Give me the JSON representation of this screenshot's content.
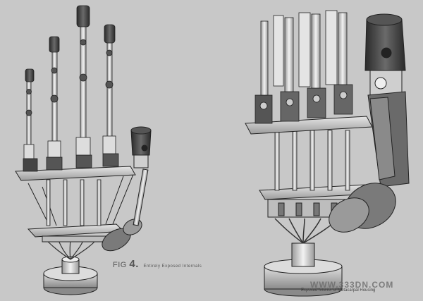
{
  "captions": {
    "fig_label": "FIG",
    "fig_number": "4.",
    "fig_text": "Entirely Exposed Internals",
    "right_text": "Exposed Interior of Metacarpal Housing"
  },
  "watermark": "WWW.333DN.COM",
  "colors": {
    "background": "#c8c8c8",
    "metal_light": "#e8e8e8",
    "metal_mid": "#b0b0b0",
    "metal_dark": "#3a3a3a",
    "outline": "#222222"
  }
}
